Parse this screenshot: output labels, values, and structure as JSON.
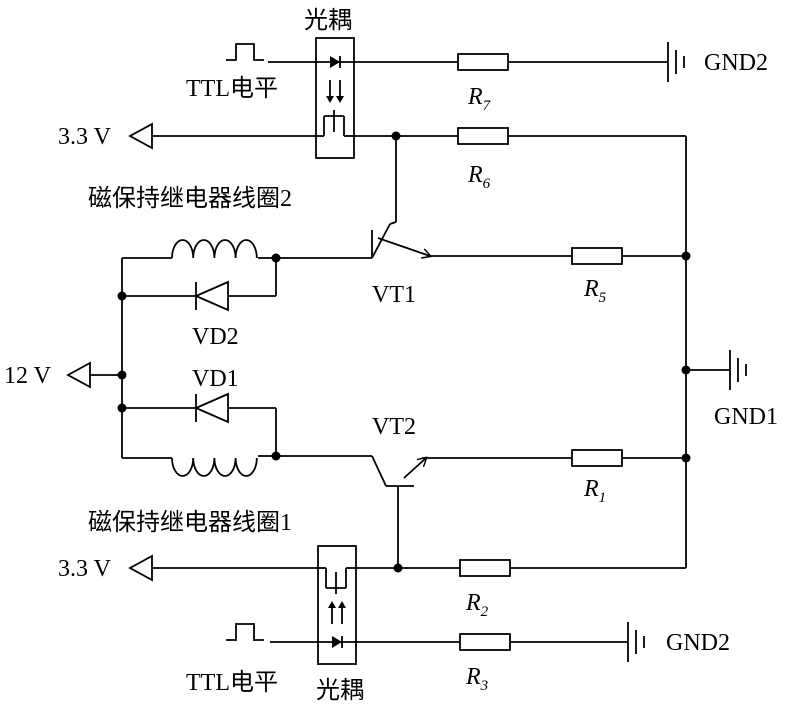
{
  "labels": {
    "optocoupler_top": "光耦",
    "optocoupler_bottom": "光耦",
    "ttl_top": "TTL电平",
    "ttl_bottom": "TTL电平",
    "v33_top": "3.3 V",
    "v33_bottom": "3.3 V",
    "v12": "12 V",
    "coil2": "磁保持继电器线圈2",
    "coil1": "磁保持继电器线圈1",
    "vd2": "VD2",
    "vd1": "VD1",
    "vt1": "VT1",
    "vt2": "VT2",
    "gnd1": "GND1",
    "gnd2_top": "GND2",
    "gnd2_bottom": "GND2"
  },
  "resistors": [
    {
      "letter": "R",
      "sub": "7"
    },
    {
      "letter": "R",
      "sub": "6"
    },
    {
      "letter": "R",
      "sub": "5"
    },
    {
      "letter": "R",
      "sub": "1"
    },
    {
      "letter": "R",
      "sub": "2"
    },
    {
      "letter": "R",
      "sub": "3"
    }
  ]
}
